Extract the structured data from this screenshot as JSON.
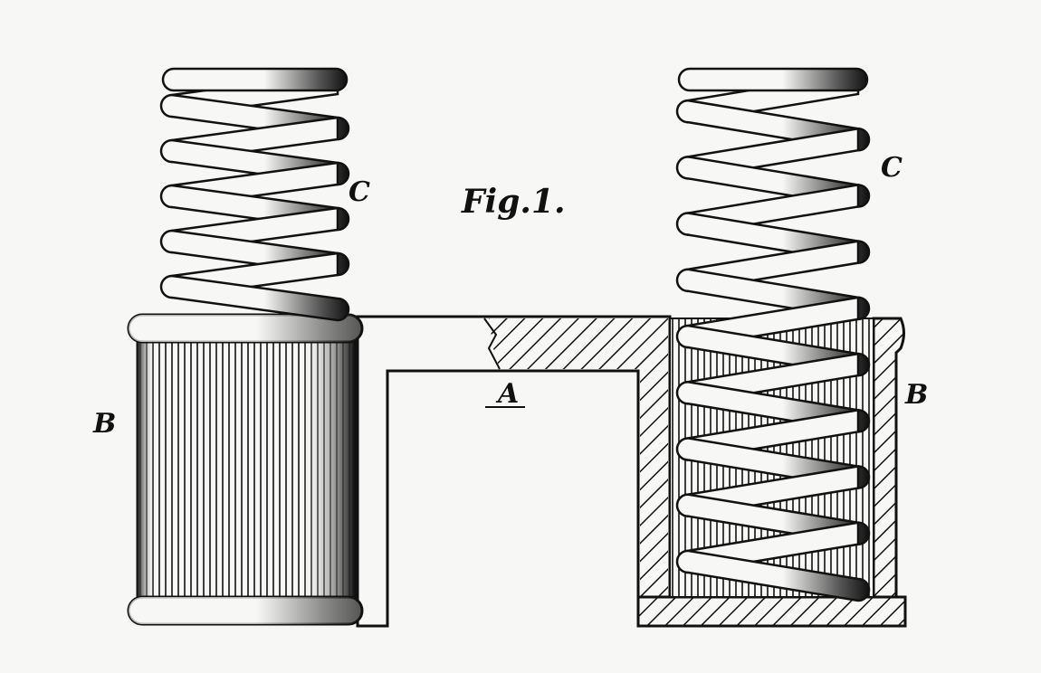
{
  "figure": {
    "title": "Fig.1.",
    "labels": {
      "yoke": "A",
      "left_core": "B",
      "right_core": "B",
      "left_spring": "C",
      "right_spring": "C"
    }
  },
  "colors": {
    "ink": "#111111",
    "paper": "#f7f7f5"
  }
}
